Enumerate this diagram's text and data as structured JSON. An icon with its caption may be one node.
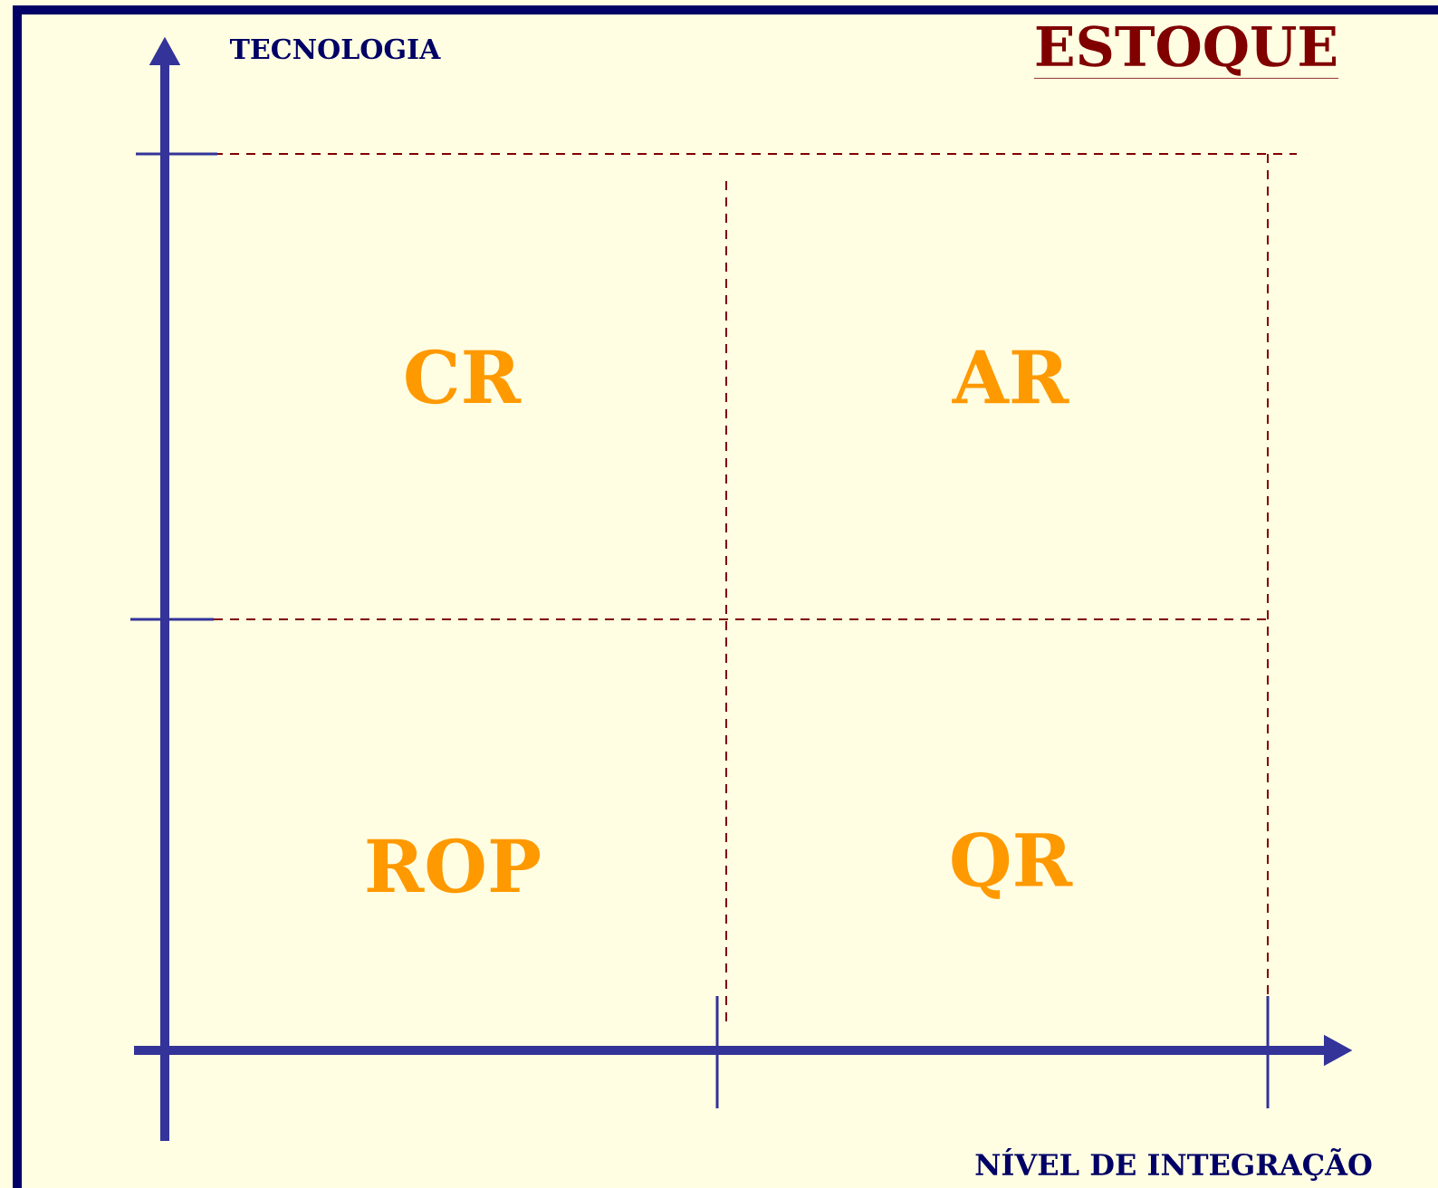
{
  "diagram": {
    "title": "ESTOQUE",
    "labels": [
      "TECNOLOGIA",
      "CR",
      "AR",
      "ROP",
      "QR",
      "NÍVEL DE INTEGRAÇÃO"
    ]
  }
}
